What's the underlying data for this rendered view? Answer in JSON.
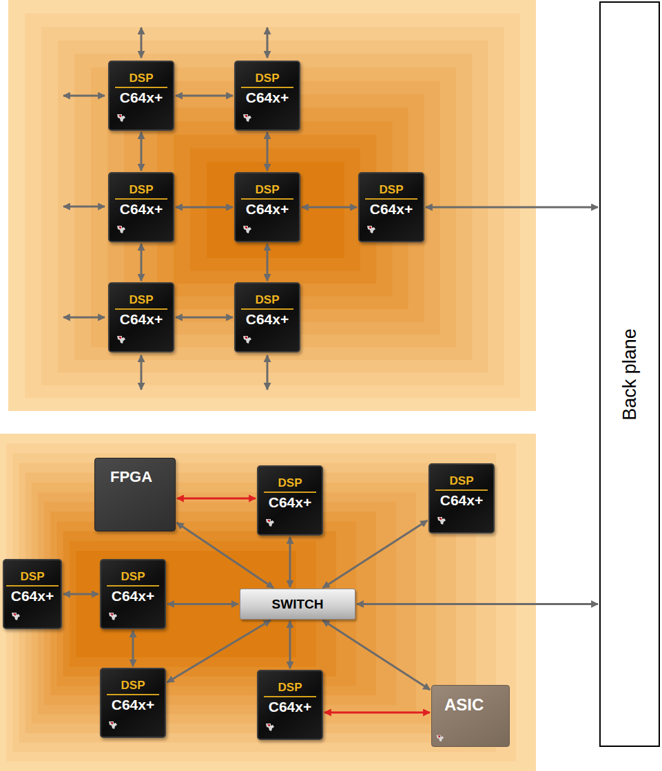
{
  "diagram": {
    "nodes": [
      {
        "text": [
          "DSP",
          "C64x+"
        ]
      },
      {
        "text": [
          "DSP",
          "C64x+"
        ]
      },
      {
        "text": [
          "DSP",
          "C64x+"
        ]
      },
      {
        "text": [
          "DSP",
          "C64x+"
        ]
      },
      {
        "text": [
          "DSP",
          "C64x+"
        ]
      },
      {
        "text": [
          "DSP",
          "C64x+"
        ]
      },
      {
        "text": [
          "DSP",
          "C64x+"
        ]
      },
      {
        "text": [
          "FPGA"
        ]
      },
      {
        "text": [
          "DSP",
          "C64x+"
        ]
      },
      {
        "text": [
          "DSP",
          "C64x+"
        ]
      },
      {
        "text": [
          "DSP",
          "C64x+"
        ]
      },
      {
        "text": [
          "DSP",
          "C64x+"
        ]
      },
      {
        "text": [
          "SWITCH"
        ]
      },
      {
        "text": [
          "DSP",
          "C64x+"
        ]
      },
      {
        "text": [
          "DSP",
          "C64x+"
        ]
      },
      {
        "text": [
          "ASIC"
        ]
      },
      {
        "text": [
          "Back plane"
        ]
      }
    ],
    "edges": [
      {
        "from": 0,
        "to": 1,
        "arrow": "both"
      },
      {
        "from": 0,
        "to": 2,
        "arrow": "both"
      },
      {
        "from": 1,
        "to": 3,
        "arrow": "both"
      },
      {
        "from": 2,
        "to": 3,
        "arrow": "both"
      },
      {
        "from": 3,
        "to": 4,
        "arrow": "both"
      },
      {
        "from": 2,
        "to": 5,
        "arrow": "both"
      },
      {
        "from": 3,
        "to": 6,
        "arrow": "both"
      },
      {
        "from": 5,
        "to": 6,
        "arrow": "both"
      },
      {
        "from": 4,
        "to": 16,
        "arrow": "both"
      },
      {
        "from": 7,
        "to": 8,
        "arrow": "both"
      },
      {
        "from": 7,
        "to": 12,
        "arrow": "both"
      },
      {
        "from": 8,
        "to": 12,
        "arrow": "both"
      },
      {
        "from": 9,
        "to": 12,
        "arrow": "both"
      },
      {
        "from": 10,
        "to": 11,
        "arrow": "both"
      },
      {
        "from": 11,
        "to": 12,
        "arrow": "both"
      },
      {
        "from": 11,
        "to": 13,
        "arrow": "both"
      },
      {
        "from": 13,
        "to": 12,
        "arrow": "both"
      },
      {
        "from": 14,
        "to": 12,
        "arrow": "both"
      },
      {
        "from": 12,
        "to": 15,
        "arrow": "both"
      },
      {
        "from": 14,
        "to": 15,
        "arrow": "both"
      },
      {
        "from": 12,
        "to": 16,
        "arrow": "both"
      }
    ]
  }
}
